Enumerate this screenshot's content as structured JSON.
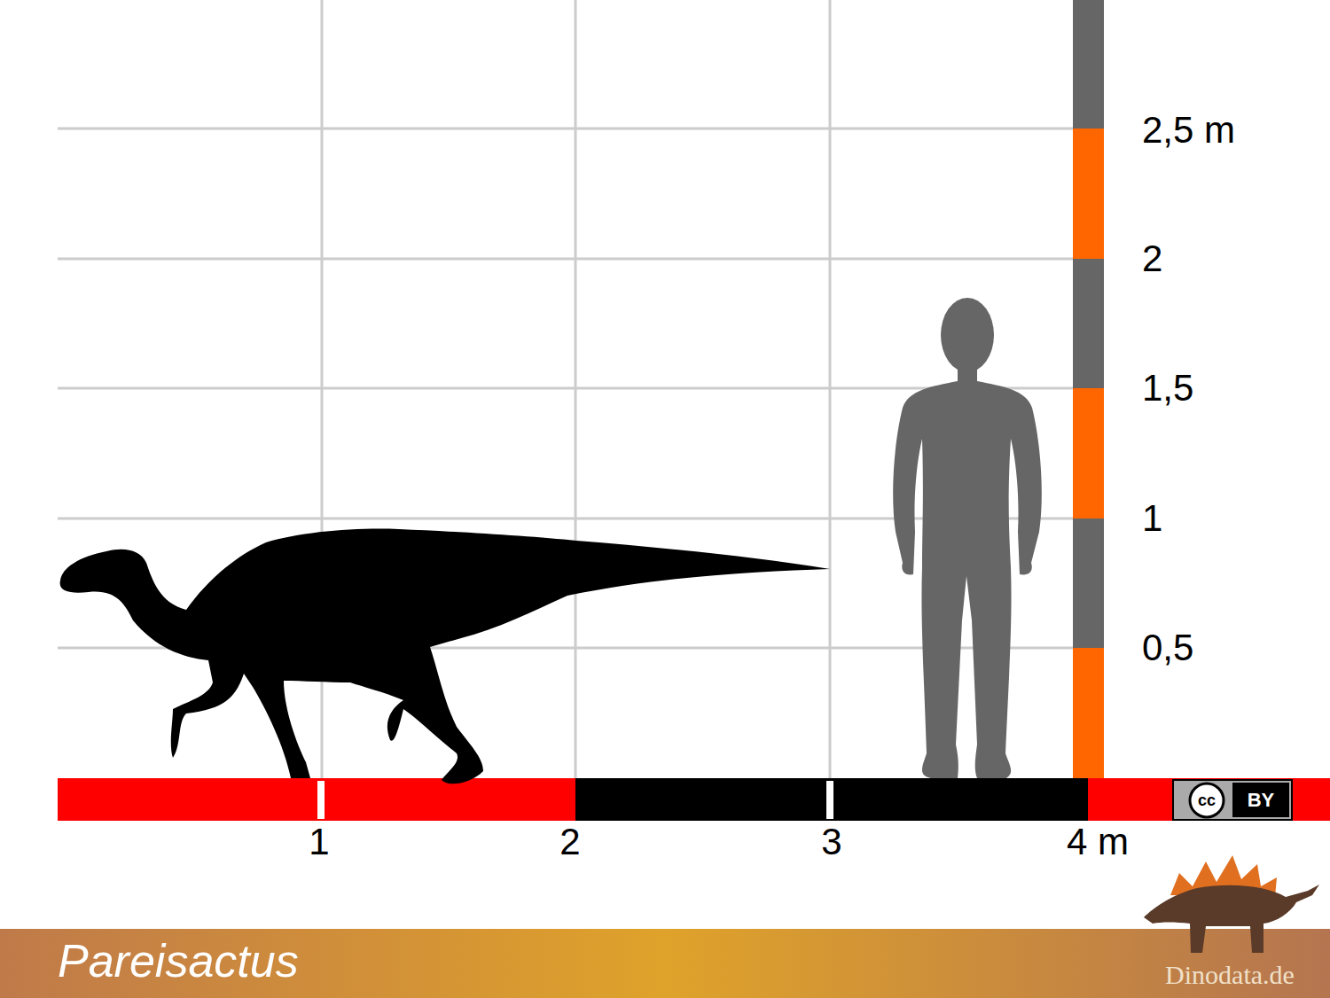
{
  "diagram": {
    "title": "Pareisactus",
    "labels": [
      "2,5 m",
      "2",
      "1,5",
      "1",
      "0,5",
      "1",
      "2",
      "3",
      "4 m",
      "cc",
      "BY",
      "Dinodata.de"
    ]
  }
}
